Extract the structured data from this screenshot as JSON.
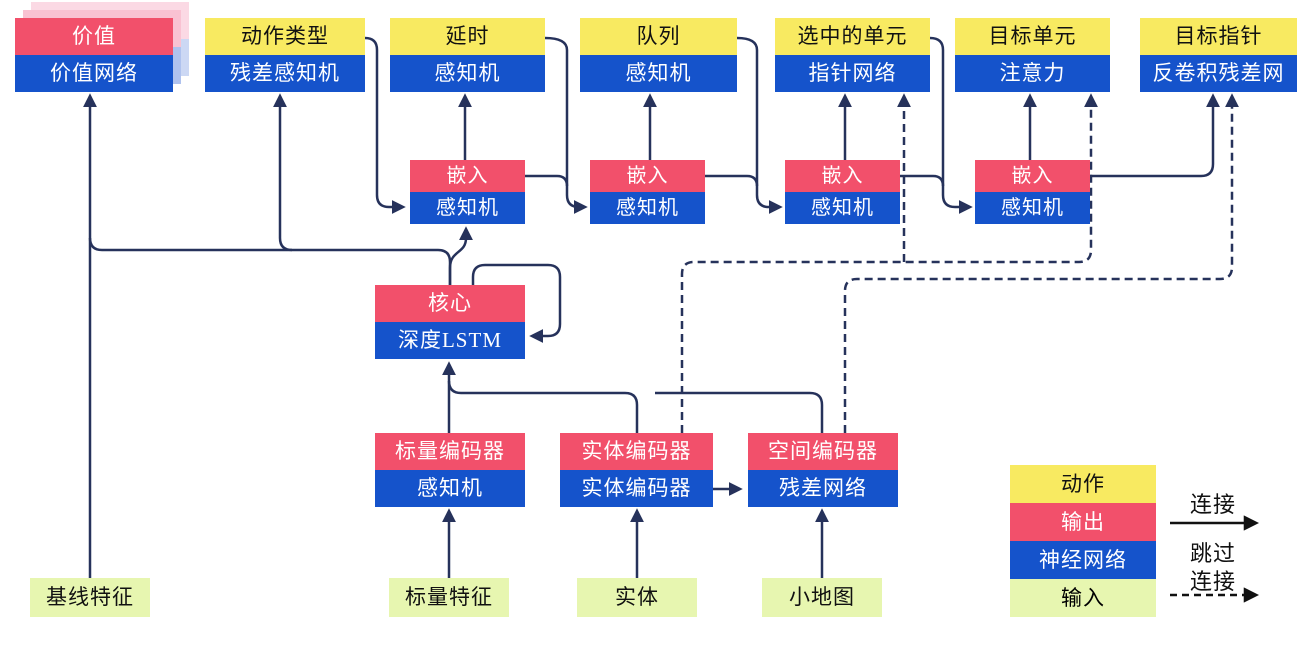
{
  "diagram": {
    "title": "agent-architecture-diagram",
    "nodes": {
      "value": {
        "top": "价值",
        "bottom": "价值网络"
      },
      "action_type": {
        "top": "动作类型",
        "bottom": "残差感知机"
      },
      "delay": {
        "top": "延时",
        "bottom": "感知机"
      },
      "queue": {
        "top": "队列",
        "bottom": "感知机"
      },
      "selected_units": {
        "top": "选中的单元",
        "bottom": "指针网络"
      },
      "target_unit": {
        "top": "目标单元",
        "bottom": "注意力"
      },
      "target_point": {
        "top": "目标指针",
        "bottom": "反卷积残差网"
      },
      "embed1": {
        "top": "嵌入",
        "bottom": "感知机"
      },
      "embed2": {
        "top": "嵌入",
        "bottom": "感知机"
      },
      "embed3": {
        "top": "嵌入",
        "bottom": "感知机"
      },
      "embed4": {
        "top": "嵌入",
        "bottom": "感知机"
      },
      "core": {
        "top": "核心",
        "bottom": "深度LSTM"
      },
      "scalar_encoder": {
        "top": "标量编码器",
        "bottom": "感知机"
      },
      "entity_encoder": {
        "top": "实体编码器",
        "bottom": "实体编码器"
      },
      "spatial_encoder": {
        "top": "空间编码器",
        "bottom": "残差网络"
      }
    },
    "inputs": {
      "baseline_features": "基线特征",
      "scalar_features": "标量特征",
      "entities": "实体",
      "minimap": "小地图"
    },
    "legend": {
      "action": "动作",
      "output": "输出",
      "network": "神经网络",
      "input": "输入",
      "connection_label": "连接",
      "skip_label_1": "跳过",
      "skip_label_2": "连接"
    },
    "connections": [
      {
        "from": "baseline_features",
        "to": "value",
        "type": "solid"
      },
      {
        "from": "core",
        "to": "value",
        "type": "solid"
      },
      {
        "from": "core",
        "to": "action_type",
        "type": "solid"
      },
      {
        "from": "core",
        "to": "embed1",
        "type": "solid"
      },
      {
        "from": "core",
        "to": "core",
        "type": "solid-loop"
      },
      {
        "from": "action_type",
        "to": "embed1",
        "type": "solid"
      },
      {
        "from": "embed1",
        "to": "delay",
        "type": "solid"
      },
      {
        "from": "embed1",
        "to": "embed2",
        "type": "solid"
      },
      {
        "from": "delay",
        "to": "embed2",
        "type": "solid"
      },
      {
        "from": "embed2",
        "to": "queue",
        "type": "solid"
      },
      {
        "from": "embed2",
        "to": "embed3",
        "type": "solid"
      },
      {
        "from": "queue",
        "to": "embed3",
        "type": "solid"
      },
      {
        "from": "embed3",
        "to": "selected_units",
        "type": "solid"
      },
      {
        "from": "embed3",
        "to": "embed4",
        "type": "solid"
      },
      {
        "from": "selected_units",
        "to": "embed4",
        "type": "solid"
      },
      {
        "from": "embed4",
        "to": "target_unit",
        "type": "solid"
      },
      {
        "from": "embed4",
        "to": "target_point",
        "type": "solid"
      },
      {
        "from": "scalar_features",
        "to": "scalar_encoder",
        "type": "solid"
      },
      {
        "from": "entities",
        "to": "entity_encoder",
        "type": "solid"
      },
      {
        "from": "minimap",
        "to": "spatial_encoder",
        "type": "solid"
      },
      {
        "from": "scalar_encoder",
        "to": "core",
        "type": "solid"
      },
      {
        "from": "entity_encoder",
        "to": "core",
        "type": "solid"
      },
      {
        "from": "spatial_encoder",
        "to": "core",
        "type": "solid"
      },
      {
        "from": "entity_encoder",
        "to": "spatial_encoder",
        "type": "solid"
      },
      {
        "from": "entity_encoder",
        "to": "selected_units",
        "type": "skip"
      },
      {
        "from": "entity_encoder",
        "to": "target_unit",
        "type": "skip"
      },
      {
        "from": "spatial_encoder",
        "to": "target_point",
        "type": "skip"
      }
    ],
    "colors": {
      "action": "#F8EA61",
      "output": "#F2506B",
      "network": "#1553CB",
      "input": "#E7F6B0",
      "line": "#26325B",
      "legend-arrow": "#111111",
      "value-shadow-pink-near": "#F9C2D2",
      "value-shadow-blue-near": "#AFC2EE",
      "value-shadow-pink-far": "#FBD9E4",
      "value-shadow-blue-far": "#CCD8F4"
    }
  }
}
